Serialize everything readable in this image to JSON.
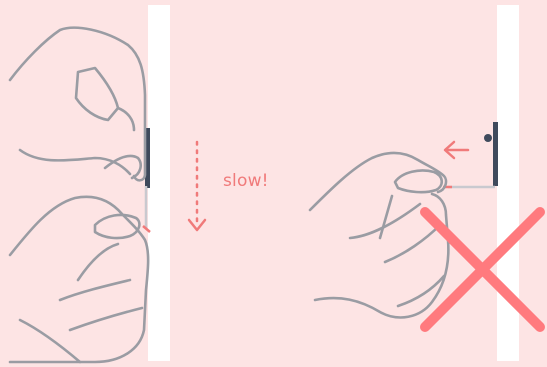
{
  "illustration": {
    "correct": {
      "caption": "slow!",
      "direction": "down",
      "icons": [
        "hand-pinching-strip-icon",
        "hand-holding-tab-icon",
        "dotted-arrow-down-icon"
      ]
    },
    "incorrect": {
      "direction": "left",
      "icons": [
        "hand-pulling-strip-icon",
        "arrow-left-icon",
        "cross-mark-icon"
      ]
    },
    "colors": {
      "background": "#fde4e4",
      "wall": "#ffffff",
      "hand_outline": "#9a9ca3",
      "tab": "#3f4a5c",
      "strip": "#c9c9cf",
      "accent": "#f07a7a",
      "cross": "#ff7a7e"
    }
  }
}
